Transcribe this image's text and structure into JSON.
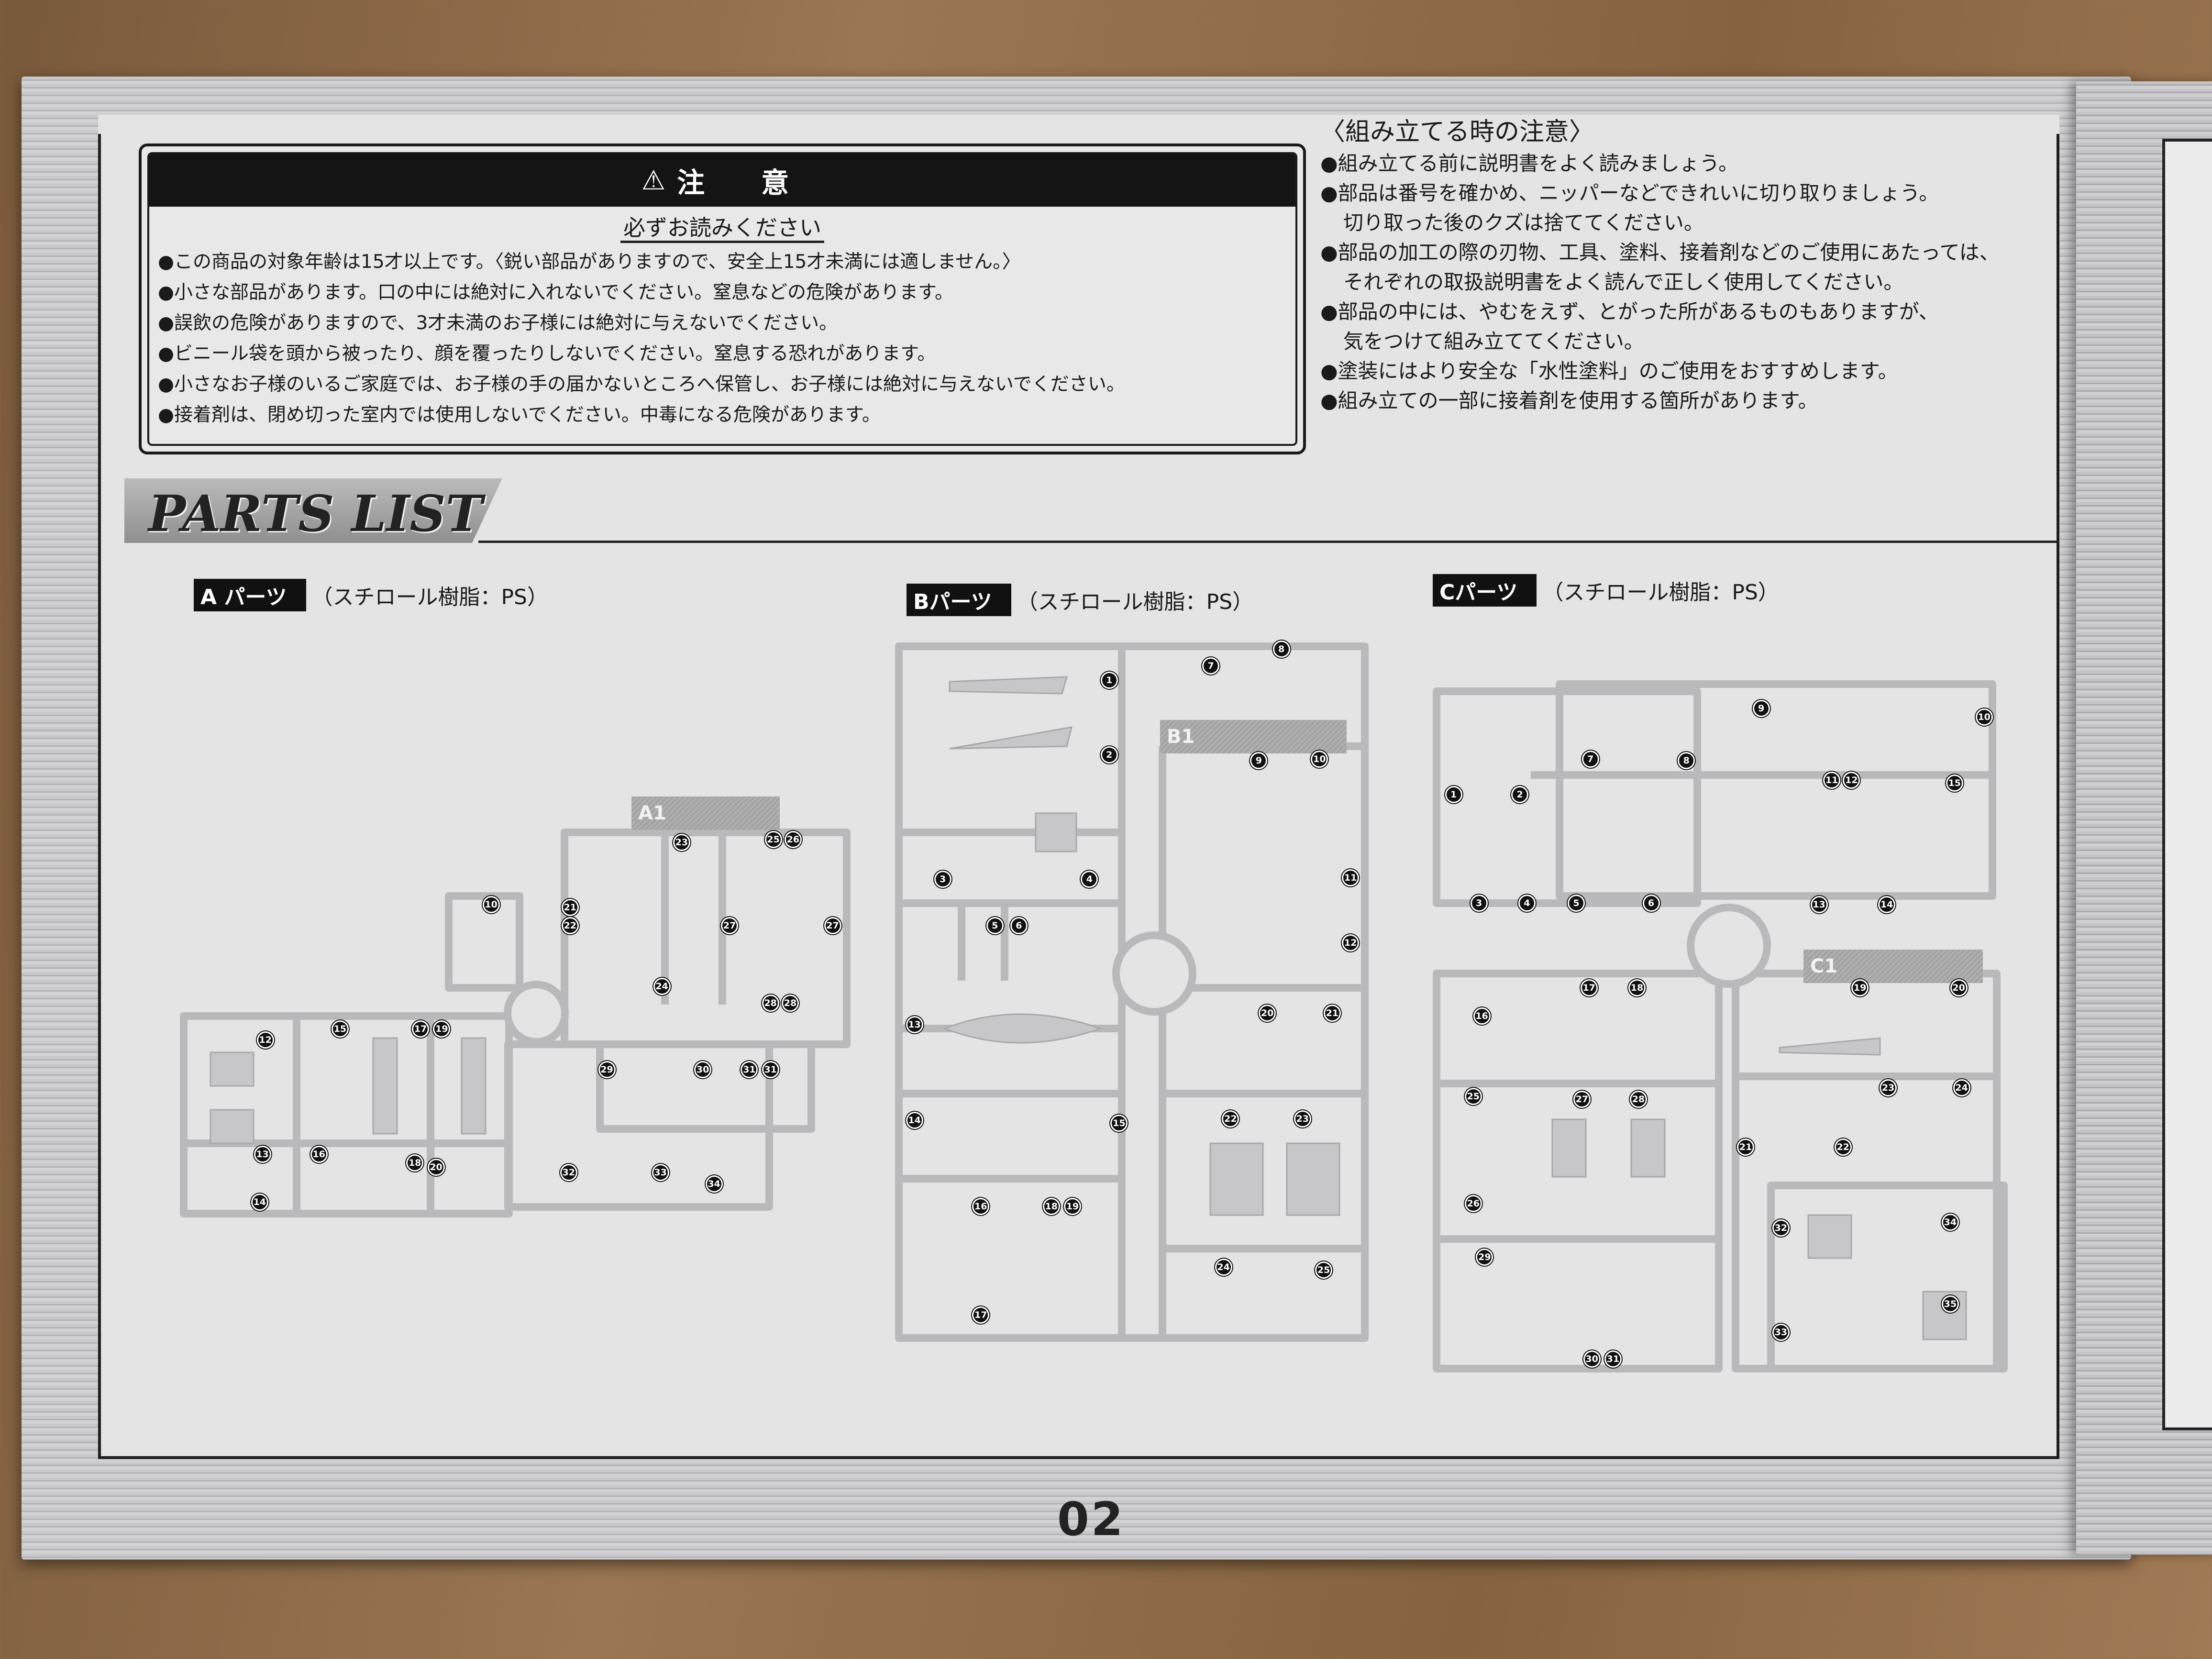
{
  "warning": {
    "title": "注　意",
    "icon": "warning-triangle-icon",
    "subtitle": "必ずお読みください",
    "items": [
      "●この商品の対象年齢は15才以上です。〈鋭い部品がありますので、安全上15才未満には適しません。〉",
      "●小さな部品があります。口の中には絶対に入れないでください。窒息などの危険があります。",
      "●誤飲の危険がありますので、3才未満のお子様には絶対に与えないでください。",
      "●ビニール袋を頭から被ったり、顔を覆ったりしないでください。窒息する恐れがあります。",
      "●小さなお子様のいるご家庭では、お子様の手の届かないところへ保管し、お子様には絶対に与えないでください。",
      "●接着剤は、閉め切った室内では使用しないでください。中毒になる危険があります。"
    ]
  },
  "assembly_notes": {
    "title": "〈組み立てる時の注意〉",
    "lines": [
      "●組み立てる前に説明書をよく読みましょう。",
      "●部品は番号を確かめ、ニッパーなどできれいに切り取りましょう。",
      "切り取った後のクズは捨ててください。",
      "●部品の加工の際の刃物、工具、塗料、接着剤などのご使用にあたっては、",
      "それぞれの取扱説明書をよく読んで正しく使用してください。",
      "●部品の中には、やむをえず、とがった所があるものもありますが、",
      "気をつけて組み立ててください。",
      "●塗装にはより安全な「水性塗料」のご使用をおすすめします。",
      "●組み立ての一部に接着剤を使用する箇所があります。"
    ]
  },
  "parts_list": {
    "title": "PARTS LIST",
    "sprues": [
      {
        "tag": "A パーツ",
        "material": "（スチロール樹脂：PS）",
        "runner_label": "A1",
        "numbers": [
          "10",
          "21",
          "22",
          "23",
          "25",
          "26",
          "27",
          "27",
          "24",
          "28",
          "28",
          "12",
          "13",
          "14",
          "15",
          "16",
          "17",
          "19",
          "18",
          "20",
          "29",
          "30",
          "31",
          "31",
          "32",
          "33",
          "34"
        ]
      },
      {
        "tag": "Bパーツ",
        "material": "（スチロール樹脂：PS）",
        "runner_label": "B1",
        "numbers": [
          "1",
          "7",
          "8",
          "2",
          "9",
          "10",
          "3",
          "4",
          "5",
          "6",
          "11",
          "12",
          "13",
          "20",
          "21",
          "14",
          "15",
          "22",
          "23",
          "16",
          "18",
          "19",
          "17",
          "24",
          "25"
        ]
      },
      {
        "tag": "Cパーツ",
        "material": "（スチロール樹脂：PS）",
        "runner_label": "C1",
        "numbers": [
          "10",
          "9",
          "8",
          "7",
          "1",
          "2",
          "11",
          "12",
          "15",
          "3",
          "4",
          "5",
          "6",
          "13",
          "14",
          "16",
          "17",
          "18",
          "19",
          "20",
          "25",
          "27",
          "28",
          "23",
          "24",
          "21",
          "22",
          "26",
          "29",
          "32",
          "34",
          "30",
          "31",
          "33",
          "35"
        ]
      }
    ]
  },
  "page_number": "02"
}
